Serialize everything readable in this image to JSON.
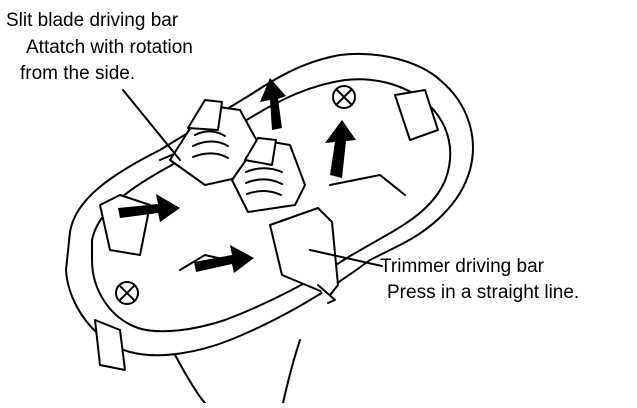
{
  "callouts": {
    "slit_blade": {
      "title": "Slit blade driving bar",
      "line2": "Attatch with rotation",
      "line3": "from the side."
    },
    "trimmer": {
      "title": "Trimmer driving bar",
      "line2": "Press in a straight line."
    }
  },
  "colors": {
    "ink": "#000000",
    "paper": "#ffffff"
  },
  "icons": [
    "screw-icon",
    "arrow-icon"
  ]
}
